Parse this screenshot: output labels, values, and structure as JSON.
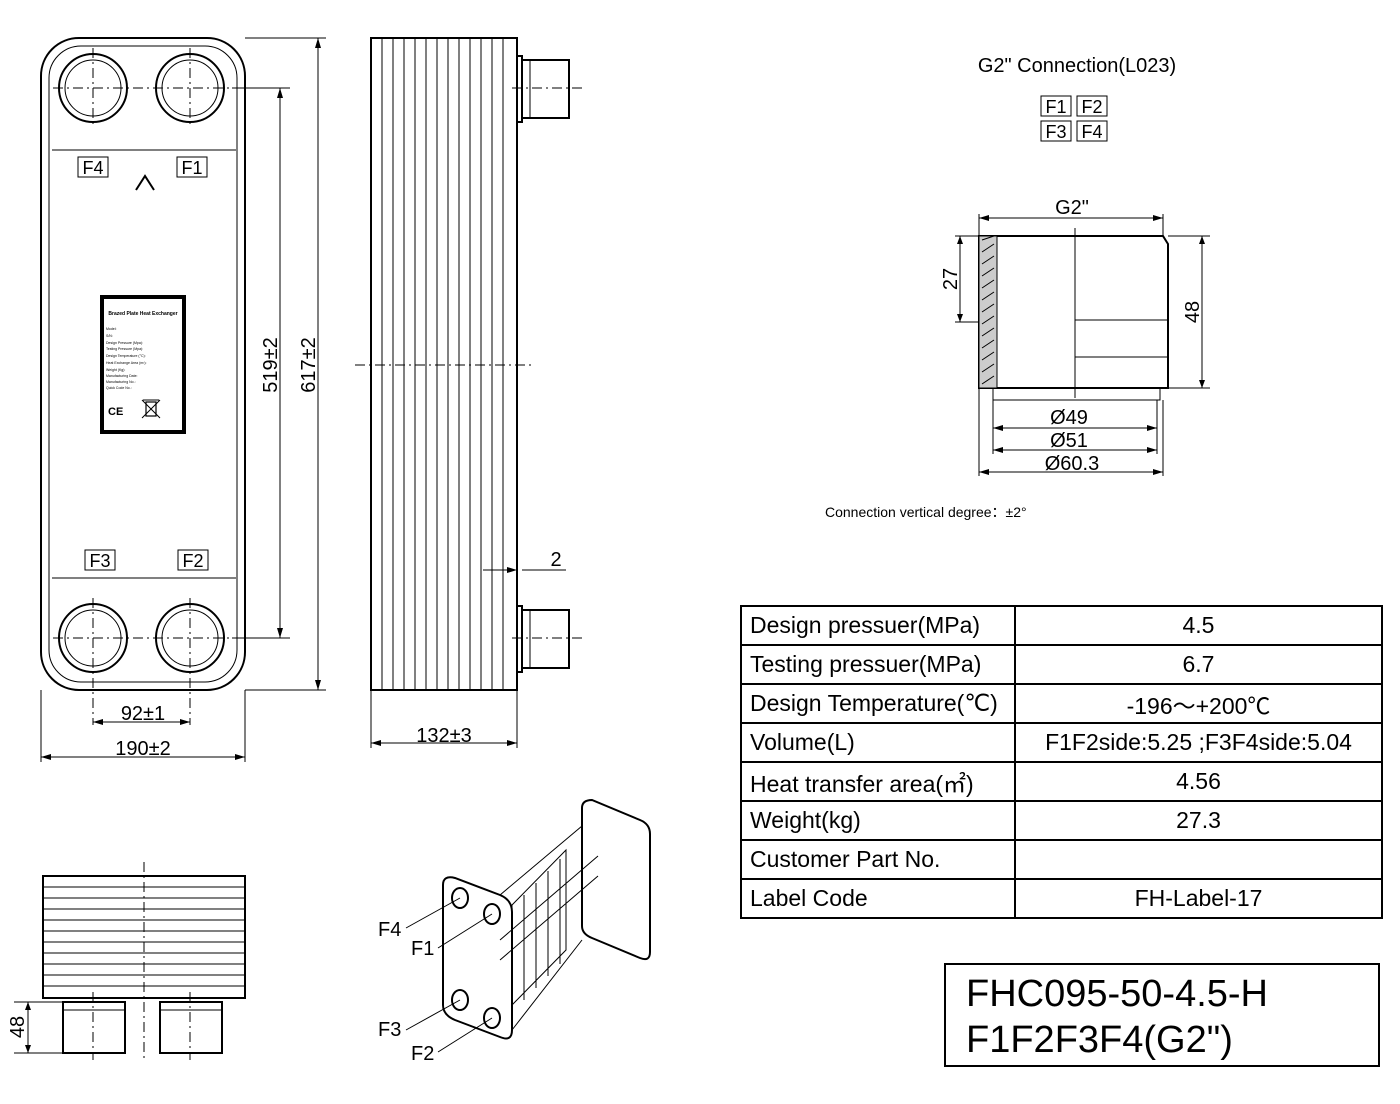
{
  "front_view": {
    "port_labels": [
      "F4",
      "F1",
      "F3",
      "F2"
    ],
    "flow_arrow": "^",
    "dim_height_ports": "519±2",
    "dim_height_total": "617±2",
    "dim_width_ports": "92±1",
    "dim_width_total": "190±2"
  },
  "nameplate": {
    "title": "Brazed Plate Heat Exchanger",
    "rows": [
      "Model:",
      "S/N:",
      "Design Pressure (Mpa):",
      "Testing Pressure (Mpa):",
      "Design Temperature (°C):",
      "Heat Exchange Area (m²):",
      "Weight (Kg):",
      "Manufacturing Date:",
      "Manufacturing No.:",
      "Quick Code No.:"
    ],
    "ce_mark": "CE"
  },
  "side_view": {
    "dim_depth": "132±3",
    "dim_gap": "2"
  },
  "bottom_view": {
    "dim_height": "48"
  },
  "iso_view": {
    "labels": [
      "F4",
      "F1",
      "F3",
      "F2"
    ]
  },
  "connection": {
    "title": "G2\" Connection(L023)",
    "grid": [
      "F1",
      "F2",
      "F3",
      "F4"
    ],
    "dim_thread": "G2\"",
    "dim_27": "27",
    "dim_48": "48",
    "dim_d49": "Ø49",
    "dim_d51": "Ø51",
    "dim_d603": "Ø60.3",
    "note": "Connection vertical degree：±2°"
  },
  "spec_table": {
    "rows": [
      {
        "label": "Design pressuer(MPa)",
        "value": "4.5"
      },
      {
        "label": "Testing pressuer(MPa)",
        "value": "6.7"
      },
      {
        "label": "Design Temperature(℃)",
        "value": "-196～+200℃"
      },
      {
        "label": "Volume(L)",
        "value": "F1F2side:5.25 ;F3F4side:5.04"
      },
      {
        "label": "Heat transfer area(㎡)",
        "value": "4.56"
      },
      {
        "label": "Weight(kg)",
        "value": "27.3"
      },
      {
        "label": "Customer Part No.",
        "value": ""
      },
      {
        "label": "Label Code",
        "value": "FH-Label-17"
      }
    ]
  },
  "model": {
    "line1": "FHC095-50-4.5-H",
    "line2": "F1F2F3F4(G2\")"
  }
}
